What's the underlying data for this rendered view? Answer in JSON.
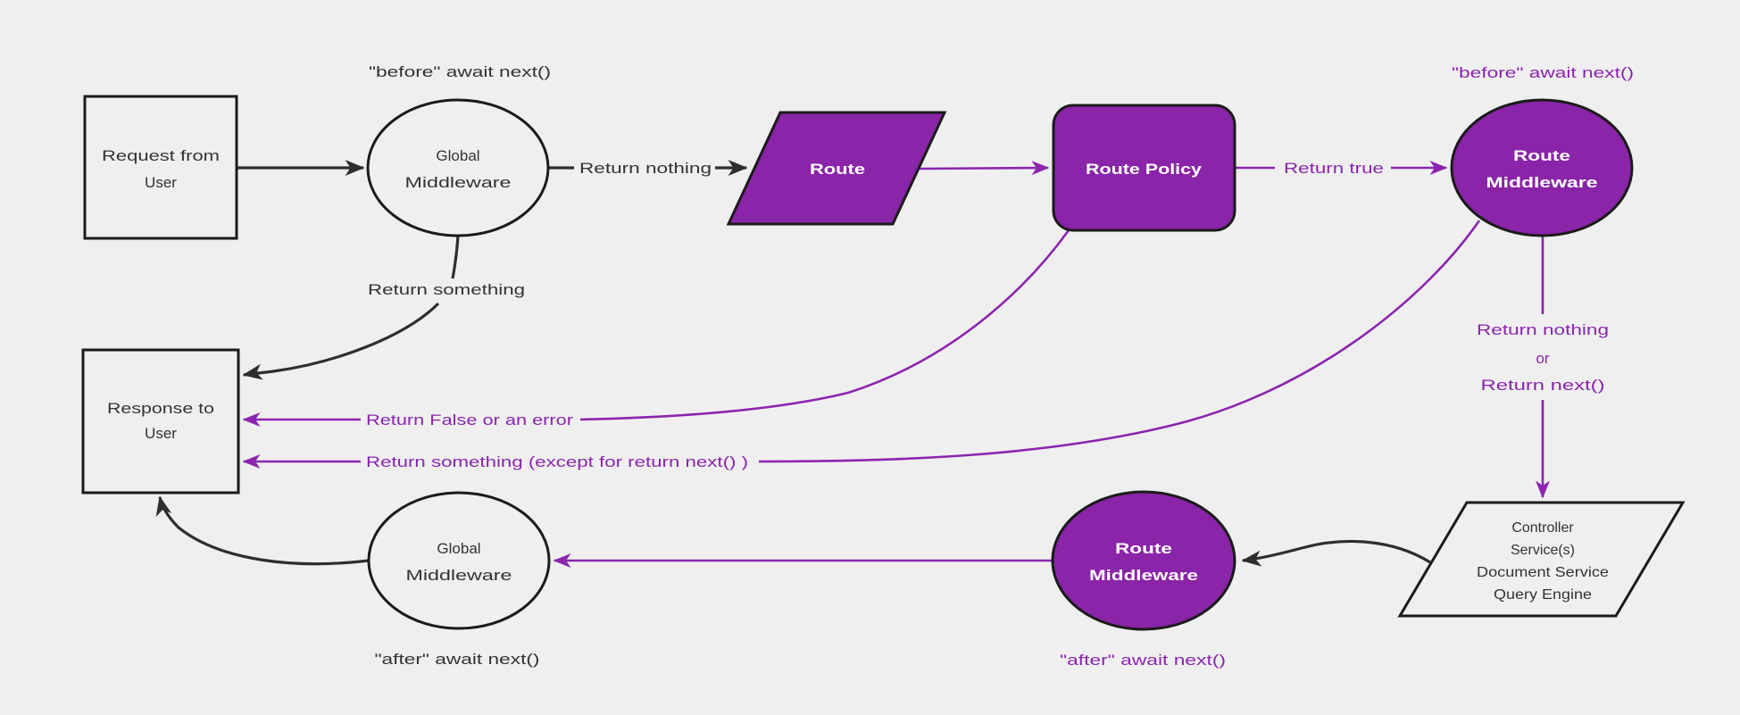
{
  "background": "#efefef",
  "colors": {
    "purple_fill": "#8a24a8",
    "purple_line": "#8b25ae",
    "dark_line": "#2e2e2e",
    "dark_text": "#333333",
    "white_text": "#ffffff",
    "node_border": "#1b1b1b"
  },
  "nodes": {
    "request_from_user": {
      "lines": [
        "Request from",
        "User"
      ]
    },
    "global_middleware_top": {
      "lines": [
        "Global",
        "Middleware"
      ]
    },
    "route": {
      "label": "Route"
    },
    "route_policy": {
      "label": "Route Policy"
    },
    "route_middleware_top": {
      "lines": [
        "Route",
        "Middleware"
      ]
    },
    "services": {
      "lines": [
        "Controller",
        "Service(s)",
        "Document Service",
        "Query Engine"
      ]
    },
    "route_middleware_bottom": {
      "lines": [
        "Route",
        "Middleware"
      ]
    },
    "global_middleware_bottom": {
      "lines": [
        "Global",
        "Middleware"
      ]
    },
    "response_to_user": {
      "lines": [
        "Response to",
        "User"
      ]
    }
  },
  "edge_labels": {
    "before_await_next_top": "\"before\" await next()",
    "return_nothing": "Return nothing",
    "return_true": "Return true",
    "before_await_next_right": "\"before\" await next()",
    "return_nothing_or_next": [
      "Return nothing",
      "or",
      "Return next()"
    ],
    "after_await_next_route": "\"after\" await next()",
    "after_await_next_global": "\"after\" await next()",
    "return_something": "Return something",
    "return_false_or_error": "Return False or an error",
    "return_something_except": "Return something (except for return next() )"
  }
}
